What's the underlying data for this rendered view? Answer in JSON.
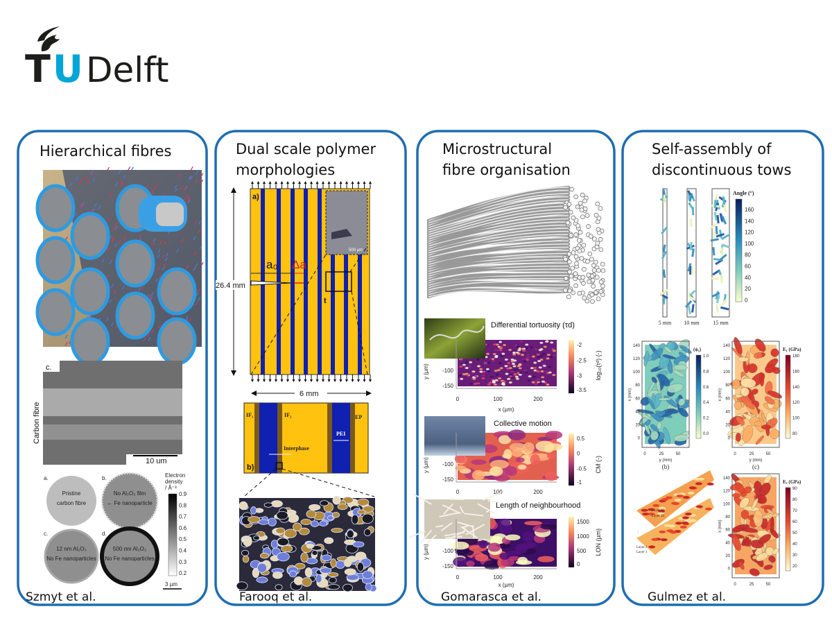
{
  "logo": {
    "text": "TU Delft",
    "part_t": "T",
    "part_u": "U",
    "part_delft": "Delft",
    "colors": {
      "dark": "#1d1d1b",
      "blue": "#00a6d6"
    }
  },
  "accent_color": "#1f6db0",
  "panels": [
    {
      "title_lines": [
        "Hierarchical fibres"
      ],
      "author": "Szmyt et al.",
      "figure": {
        "sem_label": "c.",
        "side_label": "Carbon fibre",
        "sem_scale": "10 um",
        "sub_labels": [
          "a.",
          "b.",
          "c.",
          "d."
        ],
        "circle_texts": [
          [
            "Pristine",
            "carbon fibre"
          ],
          [
            "No Al₂O₃ film",
            "← Fe nanoparticle"
          ],
          [
            "12 nm Al₂O₃",
            "No Fe nanoparticles"
          ],
          [
            "500 nm Al₂O₃",
            "No Fe nanoparticles"
          ]
        ],
        "colorbar_title": [
          "Electron",
          "density",
          "/ Å⁻³"
        ],
        "colorbar_ticks": [
          "0.9",
          "0.8",
          "0.7",
          "0.6",
          "0.5",
          "0.4",
          "0.3",
          "0.2"
        ],
        "scale": "3 µm"
      }
    },
    {
      "title_lines": [
        "Dual scale polymer",
        "morphologies"
      ],
      "author": "Farooq et al.",
      "figure": {
        "label_a": "a)",
        "a0": "a₀",
        "delta_a": "Δa",
        "height": "26.4 mm",
        "t": "t",
        "width": "6 mm",
        "inset_scale": "500 µm",
        "label_b": "b)",
        "if1": "IF₁",
        "if2": "IF₂",
        "ep": "EP",
        "pei": "PEI",
        "interphase": "Interphase",
        "colors": {
          "epoxy": "#ffc20e",
          "pei": "#1020b0",
          "interphase": "#7a5a1c"
        }
      }
    },
    {
      "title_lines": [
        "Microstructural",
        "fibre organisation"
      ],
      "author": "Gomarasca et al.",
      "plots": [
        {
          "title": "Differential tortuosity (τd)",
          "cbar_label": "log₁₀(τᵈ) (-)",
          "cbar_ticks": [
            "-2",
            "-2.5",
            "-3",
            "-3.5"
          ],
          "y_ticks": [
            "-100",
            "-150"
          ],
          "x_ticks": [
            "0",
            "100",
            "200"
          ],
          "xlabel": "x (µm)",
          "ylabel": "y (µm)"
        },
        {
          "title": "Collective motion",
          "cbar_label": "CM (-)",
          "cbar_ticks": [
            "0.5",
            "0",
            "-0.5",
            "-1"
          ],
          "y_ticks": [
            "-100",
            "-150"
          ],
          "x_ticks": [
            "0",
            "100",
            "200"
          ],
          "ylabel": "y (µm)"
        },
        {
          "title": "Length of neighbourhood",
          "cbar_label": "LON (µm)",
          "cbar_ticks": [
            "1500",
            "1000",
            "500",
            "0"
          ],
          "y_ticks": [
            "-100",
            "-150"
          ],
          "x_ticks": [
            "0",
            "100",
            "200"
          ],
          "xlabel": "x (µm)",
          "ylabel": "y (µm)"
        }
      ]
    },
    {
      "title_lines": [
        "Self-assembly of",
        "discontinuous tows"
      ],
      "author": "Gulmez et al.",
      "figure": {
        "strip_labels": [
          "5 mm",
          "10 mm",
          "15 mm"
        ],
        "angle_title": "Angle (°)",
        "angle_ticks": [
          "160",
          "140",
          "120",
          "100",
          "80",
          "60",
          "40",
          "20",
          "0"
        ],
        "map_b": {
          "cbar_title": "(ϕ₁)",
          "cbar_ticks": [
            "1.0",
            "0.8",
            "0.6",
            "0.4",
            "0.2",
            "0.0"
          ],
          "caption": "(b)"
        },
        "map_c": {
          "cbar_title": "E₁ (GPa)",
          "cbar_ticks": [
            "180",
            "160",
            "140",
            "120",
            "100",
            "80"
          ],
          "caption": "(c)"
        },
        "map_x": {
          "cbar_title": "Eₓ (GPa)",
          "cbar_ticks": [
            "90",
            "80",
            "70",
            "60",
            "50",
            "40",
            "30",
            "20"
          ]
        },
        "y_ticks": [
          "140",
          "120",
          "100",
          "80",
          "60",
          "40",
          "20",
          "0"
        ],
        "x_ticks": [
          "0",
          "25",
          "50"
        ],
        "xlabel": "y (mm)",
        "ylabel": "x (mm)",
        "layers": [
          "Layer 20",
          "Layer 19",
          "⋮",
          "Layer 2",
          "Layer 1"
        ]
      }
    }
  ]
}
